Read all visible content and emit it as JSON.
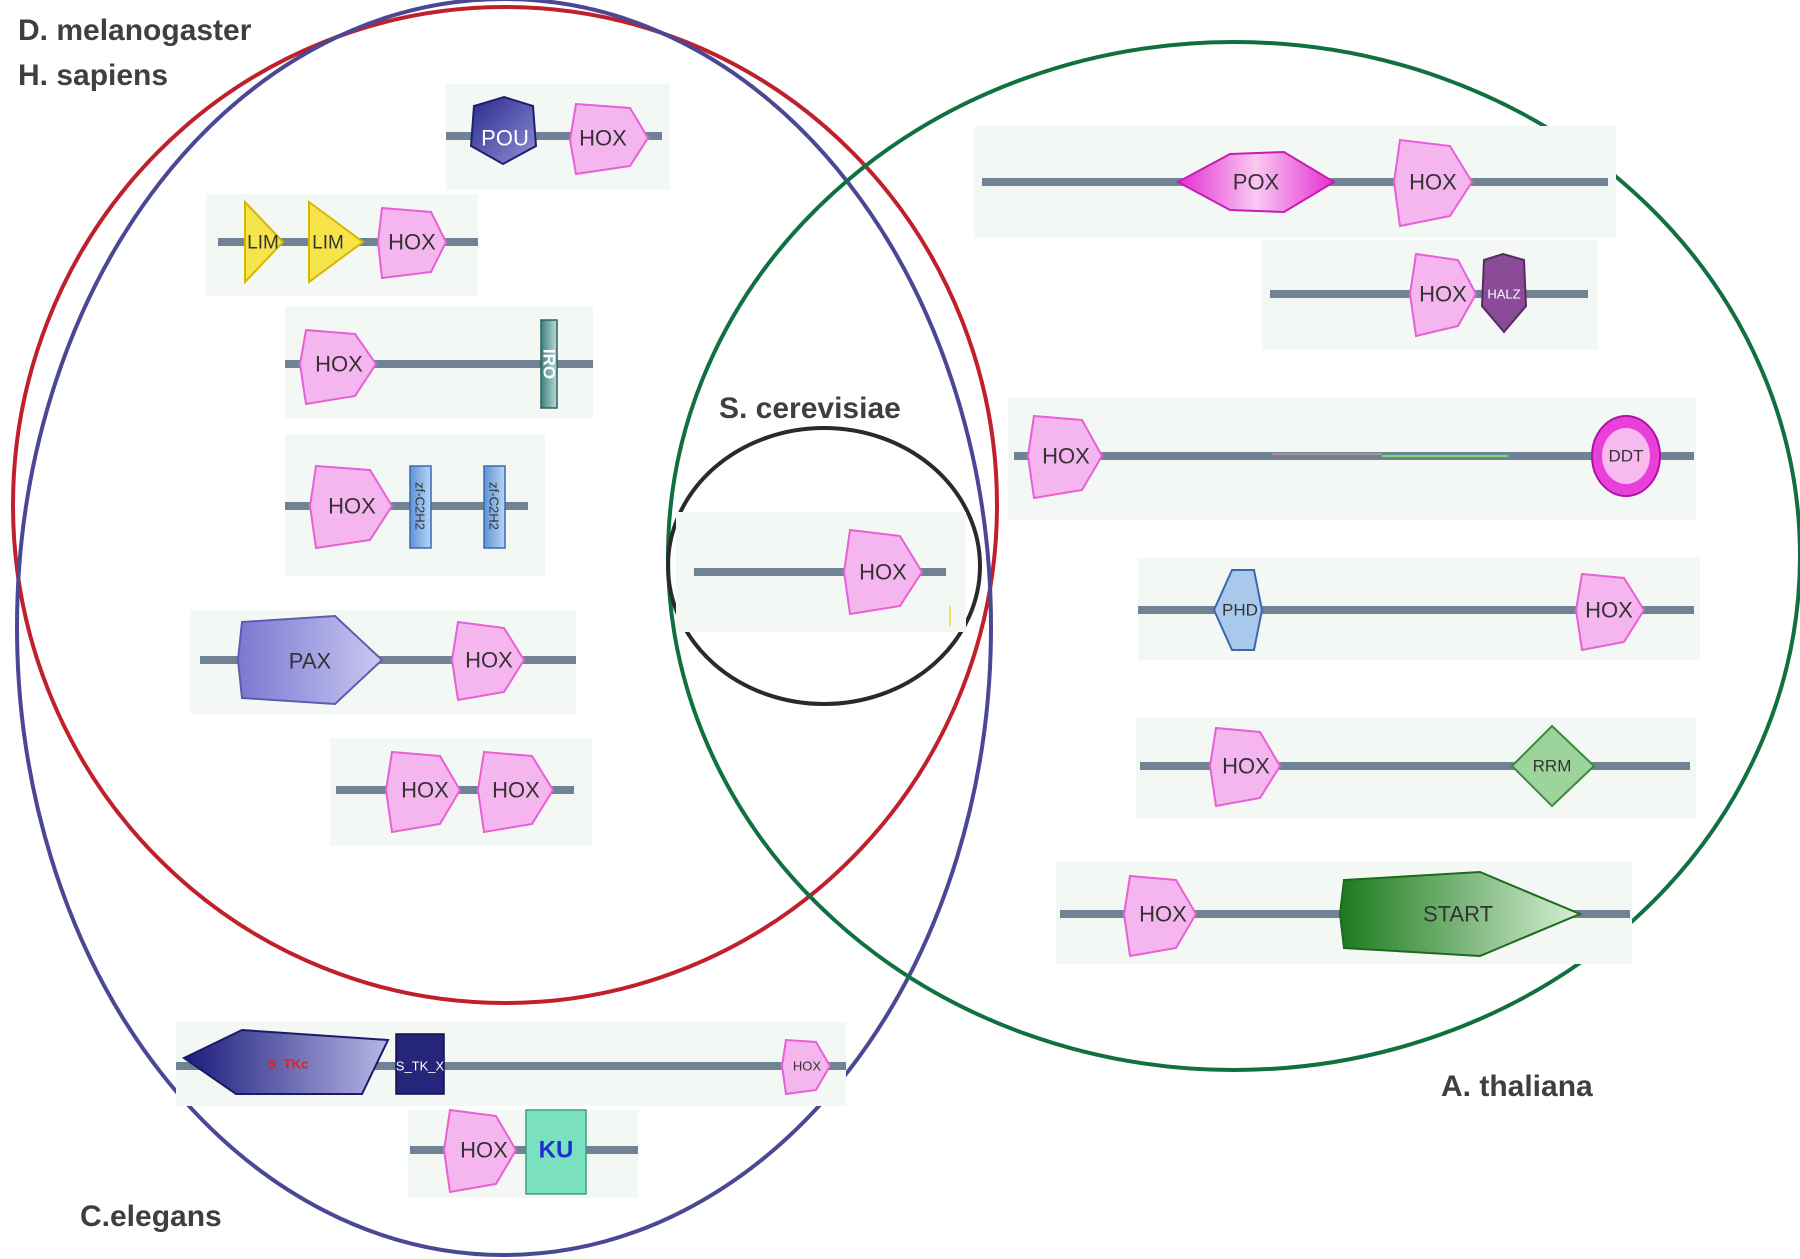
{
  "species": {
    "drosophila": "D. melanogaster",
    "human": "H. sapiens",
    "yeast": "S. cerevisiae",
    "arabidopsis": "A. thaliana",
    "worm": "C.elegans"
  },
  "domains": {
    "hox": "HOX",
    "pou": "POU",
    "lim": "LIM",
    "iro": "IRO",
    "zf_c2h2": "zf-C2H2",
    "pax": "PAX",
    "s_tkc": "S_TKc",
    "s_tk_x": "S_TK_X",
    "ku": "KU",
    "pox": "POX",
    "halz": "HALZ",
    "ddt": "DDT",
    "phd": "PHD",
    "rrm": "RRM",
    "start": "START"
  },
  "colors": {
    "drosophila_circle": "#c0202a",
    "human_circle": "#4a4894",
    "arabidopsis_circle": "#107040",
    "yeast_circle": "#2a2a2a",
    "hox_fill": "#f5b5ee",
    "backbone": "#6f8394"
  }
}
